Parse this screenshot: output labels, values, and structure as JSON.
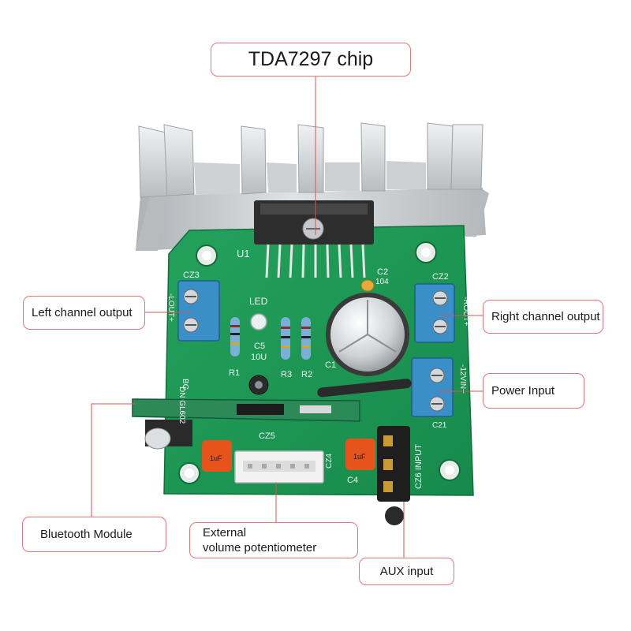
{
  "colors": {
    "callout_border": "#e2777a",
    "leader_line": "#d9534f",
    "pcb": "#1f9b57",
    "heatsink": "#c9cccf",
    "terminal_block": "#3a8fc8",
    "capacitor_orange": "#e7541b"
  },
  "callouts": {
    "chip": "TDA7297 chip",
    "left_output": "Left channel output",
    "right_output": "Right channel output",
    "power_input": "Power Input",
    "bluetooth": "Bluetooth Module",
    "volume_line1": "External",
    "volume_line2": "volume potentiometer",
    "aux_input": "AUX input"
  },
  "board_labels": {
    "u1": "U1",
    "cz3": "CZ3",
    "cz2": "CZ2",
    "c2": "C2",
    "c104": "104",
    "led": "LED",
    "c5": "C5",
    "c5_value": "10U",
    "r1": "R1",
    "r2": "R2",
    "r3": "R3",
    "c1": "C1",
    "cz5": "CZ5",
    "cz4": "CZ4",
    "c4": "C4",
    "cz6_input": "CZ6 INPUT",
    "c21": "C21",
    "bg": "BG",
    "model": "DN GL602",
    "lout": "-LOUT+",
    "rout": "-ROUT+",
    "power_in": "-12VIN+",
    "cap_1uf_left": "1uF",
    "cap_1uf_right": "1uF"
  }
}
